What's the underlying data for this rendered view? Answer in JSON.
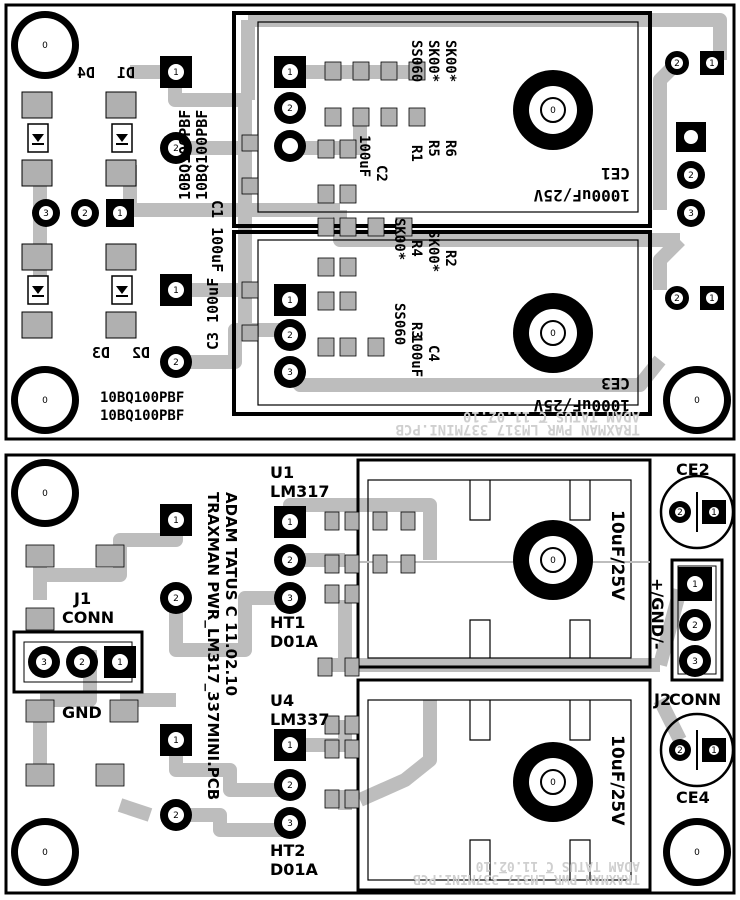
{
  "colors": {
    "background": "#ffffff",
    "trace": "#bdbdbd",
    "pad": "#000000",
    "smd_pad": "#b0b0b0",
    "silkscreen": "#000000"
  },
  "top_board": {
    "labels": {
      "d4": "D4",
      "d1": "D1",
      "d2": "D2",
      "d3": "D3",
      "c1": "C1 100uF",
      "c3": "C3 100uF",
      "bridge_diode_1": "10BQ100PBF",
      "bridge_diode_2": "10BQ100PBF",
      "bridge_diode_3": "10BQ100PBF",
      "bridge_diode_4": "10BQ100PBF",
      "c2": "C2",
      "c2_val": "100uF",
      "c4": "C4",
      "c4_val": "100uF",
      "r1": "R1",
      "r1_val": "SS060",
      "r2": "R2",
      "r3": "R3",
      "r3_val": "SS060",
      "r4": "R4",
      "r5": "R5",
      "r6": "R6",
      "r2_val": "SK00*",
      "r4_val": "SK00*",
      "r5_val": "SK00*",
      "r6_val": "SK00*",
      "ce1": "CE1",
      "ce1_val": "1000uF/25V",
      "ce3": "CE3",
      "ce3_val": "1000uF/25V",
      "ghost_line_1": "ADAM TATUS C 11.02.10",
      "ghost_line_2": "TRAXMAN PWR_LM317_337MINI.PCB"
    },
    "pad_numbers": [
      "0",
      "1",
      "2",
      "3"
    ]
  },
  "bottom_board": {
    "labels": {
      "u1": "U1",
      "u1_part": "LM317",
      "u4": "U4",
      "u4_part": "LM337",
      "ht1": "HT1",
      "ht1_part": "D01A",
      "ht2": "HT2",
      "ht2_part": "D01A",
      "j1": "J1",
      "j1_part": "CONN",
      "gnd": "GND",
      "j2": "J2",
      "j2_part": "CONN",
      "rail_label": "+/GND/-",
      "ce2": "CE2",
      "ce4": "CE4",
      "cap_val_1": "10uF/25V",
      "cap_val_2": "10uF/25V",
      "credit_1": "ADAM TATUS C 11.02.10",
      "credit_2": "TRAXMAN PWR_LM317_337MINI.PCB",
      "ghost_line_1": "ADAM TATUS C 11.02.10",
      "ghost_line_2": "TRAXMAN PWR_LM317_337MINI.PCB"
    }
  }
}
